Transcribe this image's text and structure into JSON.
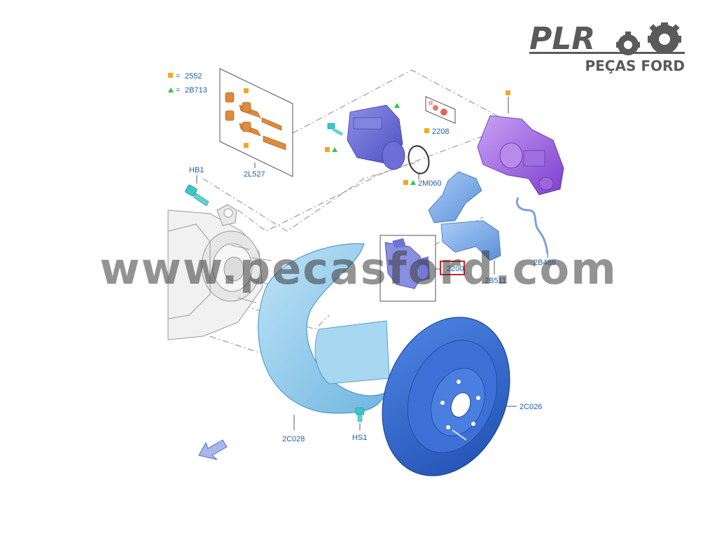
{
  "brand": {
    "name": "PLR",
    "tagline": "PEÇAS FORD",
    "watermark": "www.pecasford.com"
  },
  "legend": {
    "square_code": "2552",
    "triangle_code": "2B713",
    "equals": "="
  },
  "colors": {
    "label": "#1f5fa8",
    "highlight": "#d0202a",
    "marker_square": "#f5a623",
    "marker_triangle": "#2ecc40",
    "caliper": "#9b5ce0",
    "bracket": "#6ea3e8",
    "disc": "#2f62c9",
    "shield": "#7ec3ea",
    "pins": "#e08a3c"
  },
  "parts": {
    "pin_kit": "2L527",
    "bolt_hb1": "HB1",
    "guide_bolt_kit": "2208",
    "seal": "2M060",
    "caliper_bracket": "2B511",
    "brake_pads": "2200",
    "brake_hose": "2B486",
    "disc": "2C026",
    "splash_shield": "2C028",
    "bolt_hs1": "HS1"
  },
  "highlighted_part": "2200"
}
